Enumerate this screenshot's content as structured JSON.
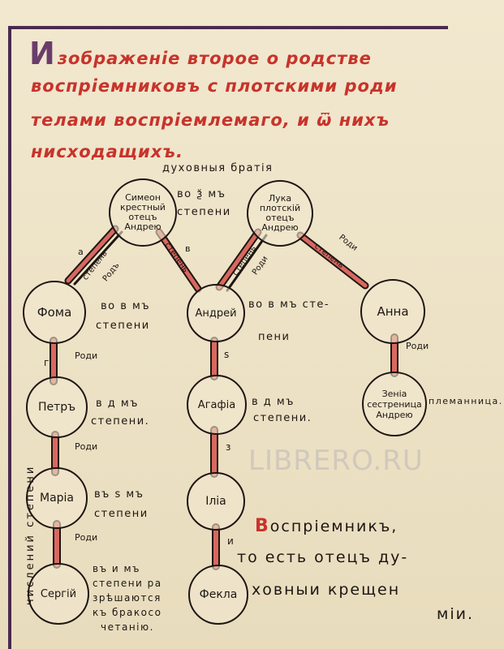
{
  "title": {
    "line1_initial": "И",
    "line1": "зображенiе второе о родстве",
    "line2": "воспрiемниковъ  с плотскими роди",
    "line3": "телами воспрiемлемаго, и ѿ нихъ",
    "line4": "нисходащихъ."
  },
  "diagram": {
    "top_caption": "духовныя братiя",
    "nodes": {
      "simeon": [
        "Симеон",
        "крестный",
        "отецъ",
        "Андрею"
      ],
      "luka": [
        "Лука",
        "плотскiй",
        "отецъ",
        "Андрею"
      ],
      "foma": [
        "Фома"
      ],
      "andrei": [
        "Андрей"
      ],
      "anna": [
        "Анна"
      ],
      "petr": [
        "Петръ"
      ],
      "agafia": [
        "Агафiа"
      ],
      "zenia": [
        "Зенiа",
        "сестреница",
        "Андрею"
      ],
      "maria": [
        "Марiа"
      ],
      "ilia": [
        "Iлiа"
      ],
      "sergii": [
        "Сергiй"
      ],
      "fekla": [
        "Фекла"
      ]
    },
    "labels": {
      "deg1_top": "во ѯ мъ",
      "deg1_top_b": "степени",
      "deg2_left": "во в мъ",
      "deg2_left_b": "степени",
      "deg2_mid": "во в мъ  сте-",
      "deg2_mid_b": "пени",
      "deg4_left": "в д  мъ",
      "deg4_left_b": "степени.",
      "deg4_mid": "в д  мъ",
      "deg4_mid_b": "степени.",
      "deg5": "въ  ѕ мъ",
      "deg5_b": "степени",
      "deg8": "въ и мъ",
      "deg8_b": "степени ра",
      "deg8_c": "зрѣшаются",
      "deg8_d": "къ бракосо",
      "deg8_e": "четанiю.",
      "plemannitsa": "племанница.",
      "rodi": "Роди",
      "stepen": "степень",
      "rod": "Родъ",
      "num_a": "а",
      "num_v": "в",
      "num_g": "г",
      "num_s6": "ѕ",
      "num_z": "з",
      "num_i": "и",
      "side_vertical": "числений степени"
    },
    "note": {
      "initial": "В",
      "line1": "оспрiемникъ,",
      "line2": "то есть отецъ ду-",
      "line3": "ховныи крещен",
      "line4": "мiи."
    }
  },
  "watermark": "LIBRERO.RU",
  "colors": {
    "red_ink": "#c8332b",
    "black_ink": "#1d1612",
    "frame": "#4a2a4e",
    "parchment": "#ede3c9"
  }
}
